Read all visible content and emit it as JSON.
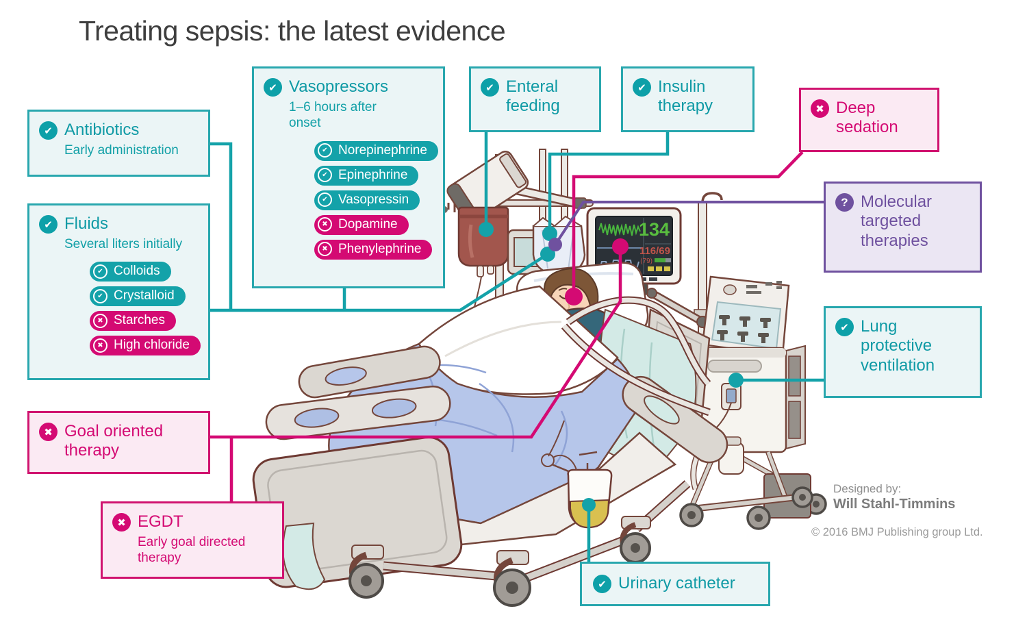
{
  "title": "Treating sepsis: the latest evidence",
  "icons": {
    "check": "✔",
    "cross": "✖",
    "question": "?"
  },
  "callouts": {
    "antibiotics": {
      "label": "Antibiotics",
      "note": "Early administration",
      "status": "recommended"
    },
    "fluids": {
      "label": "Fluids",
      "note": "Several liters initially",
      "status": "recommended",
      "pills": [
        {
          "label": "Colloids",
          "status": "ok"
        },
        {
          "label": "Crystalloid",
          "status": "ok"
        },
        {
          "label": "Starches",
          "status": "no"
        },
        {
          "label": "High chloride",
          "status": "no"
        }
      ]
    },
    "vasopressors": {
      "label": "Vasopressors",
      "note": "1–6 hours after onset",
      "status": "recommended",
      "pills": [
        {
          "label": "Norepinephrine",
          "status": "ok"
        },
        {
          "label": "Epinephrine",
          "status": "ok"
        },
        {
          "label": "Vasopressin",
          "status": "ok"
        },
        {
          "label": "Dopamine",
          "status": "no"
        },
        {
          "label": "Phenylephrine",
          "status": "no"
        }
      ]
    },
    "enteral_feeding": {
      "label": "Enteral feeding",
      "status": "recommended"
    },
    "insulin_therapy": {
      "label": "Insulin therapy",
      "status": "recommended"
    },
    "deep_sedation": {
      "label": "Deep sedation",
      "status": "not-recommended"
    },
    "molecular_targeted": {
      "label": "Molecular targeted therapies",
      "status": "uncertain"
    },
    "lung_protective": {
      "label": "Lung protective ventilation",
      "status": "recommended"
    },
    "goal_oriented": {
      "label": "Goal oriented therapy",
      "status": "not-recommended"
    },
    "egdt": {
      "label": "EGDT",
      "note": "Early goal directed therapy",
      "status": "not-recommended"
    },
    "urinary_catheter": {
      "label": "Urinary catheter",
      "status": "recommended"
    }
  },
  "monitor": {
    "heart_rate": "134",
    "blood_pressure": "116/69",
    "map": "(79)"
  },
  "credits": {
    "designed_by_label": "Designed by:",
    "designer": "Will Stahl-Timmins",
    "copyright": "© 2016 BMJ Publishing group Ltd."
  },
  "colors": {
    "teal": "#14a2a9",
    "magenta": "#d40a73",
    "purple": "#6f519f"
  }
}
